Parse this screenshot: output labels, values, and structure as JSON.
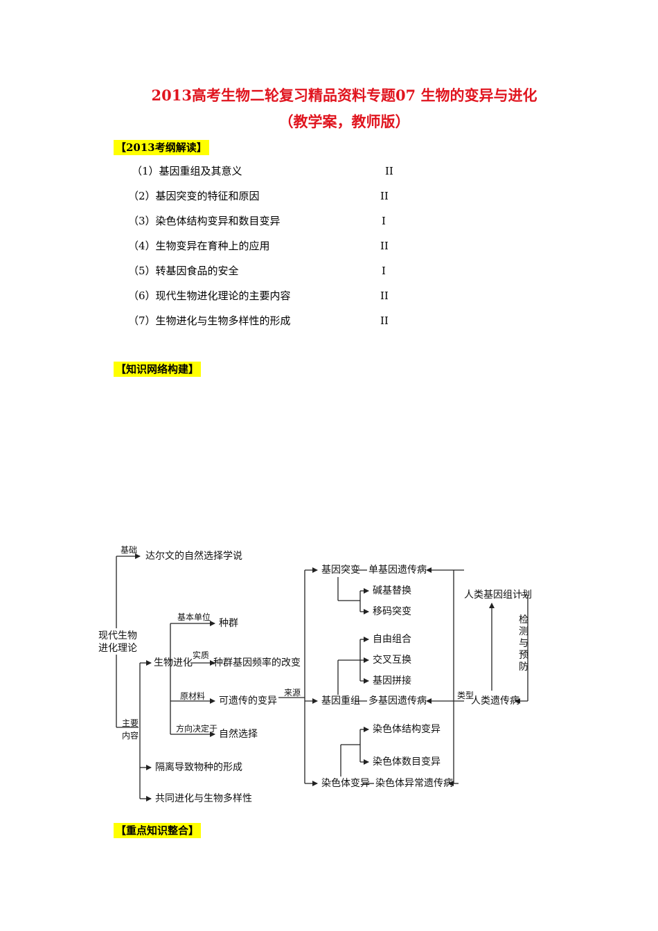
{
  "title": {
    "line1": "2013高考生物二轮复习精品资料专题07 生物的变异与进化",
    "line2": "（教学案，教师版）"
  },
  "sections": {
    "syllabus": "【2013考纲解读】",
    "network": "【知识网络构建】",
    "key_points": "【重点知识整合】"
  },
  "syllabus_items": [
    {
      "text": "（1）基因重组及其意义",
      "level": "II"
    },
    {
      "text": "（2）基因突变的特征和原因",
      "level": "II"
    },
    {
      "text": "（3）染色体结构变异和数目变异",
      "level": "I"
    },
    {
      "text": "（4）生物变异在育种上的应用",
      "level": "II"
    },
    {
      "text": "（5）转基因食品的安全",
      "level": "I"
    },
    {
      "text": "（6）现代生物进化理论的主要内容",
      "level": "II"
    },
    {
      "text": "（7）生物进化与生物多样性的形成",
      "level": "II"
    }
  ],
  "diagram": {
    "root": "现代生物进化理论",
    "root_l1": "现代生物",
    "root_l2": "进化理论",
    "basis_label": "基础",
    "darwin": "达尔文的自然选择学说",
    "main_label_l1": "主要",
    "main_label_l2": "内容",
    "evolution": "生物进化",
    "basic_unit_label": "基本单位",
    "population": "种群",
    "essence_label": "实质",
    "gene_freq": "种群基因频率的改变",
    "raw_material_label": "原材料",
    "heritable_variation": "可遗传的变异",
    "direction_label": "方向决定于",
    "natural_selection": "自然选择",
    "isolation": "隔离导致物种的形成",
    "coevolution": "共同进化与生物多样性",
    "source_label": "来源",
    "gene_mutation": "基因突变",
    "single_gene_disease": "单基因遗传病",
    "base_substitution": "碱基替换",
    "frameshift": "移码突变",
    "free_combination": "自由组合",
    "crossing_over": "交叉互换",
    "gene_splicing": "基因拼接",
    "gene_recombination": "基因重组",
    "multi_gene_disease": "多基因遗传病",
    "chrom_structure": "染色体结构变异",
    "chrom_number": "染色体数目变异",
    "chrom_variation": "染色体变异",
    "chrom_disease": "染色体异常遗传病",
    "human_genome_project": "人类基因组计划",
    "detect_prevent": "检测与预防",
    "type_label": "类型",
    "human_genetic_disease": "人类遗传病"
  }
}
